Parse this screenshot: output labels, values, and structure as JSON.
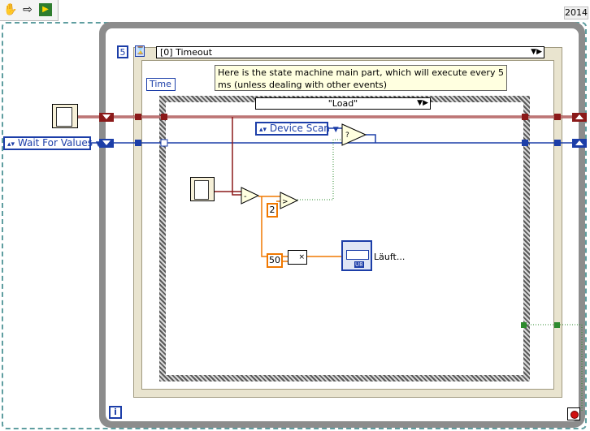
{
  "toolbar": {
    "icons": [
      "hand-pointer-icon",
      "arrow-right-icon",
      "run-icon"
    ],
    "version": "2014"
  },
  "event_structure": {
    "timeout_value": "5",
    "selector_label": "[0] Timeout",
    "time_node_label": "Time"
  },
  "comment": {
    "text": "Here is the state machine main part, which will execute every 5 ms (unless dealing with other events)"
  },
  "case_structure": {
    "selector_label": "\"Load\""
  },
  "controls": {
    "state_ring": "Wait For Values",
    "device_scan_ring": "Device Scan"
  },
  "constants": {
    "two": "2",
    "fifty": "50"
  },
  "indicator": {
    "status_text": "Läuft..."
  },
  "info_terminal": "i",
  "colors": {
    "error_wire": "#8b1a1a",
    "enum_wire": "#1c3ea8",
    "numeric_wire": "#f07800",
    "boolean_wire": "#2e8b2e",
    "loop_border": "#8c8c8c"
  }
}
